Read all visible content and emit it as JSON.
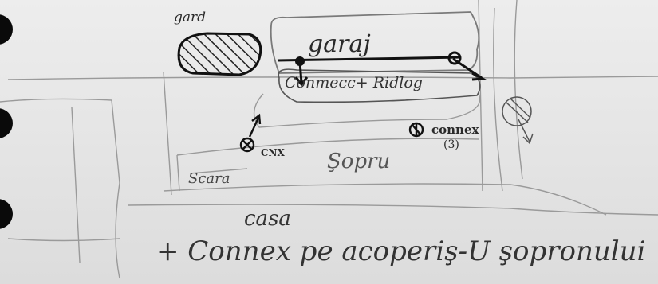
{
  "labels": {
    "gard": "gard",
    "garaj": "garaj",
    "connector_dialog": "Conmecc+ Ridlog",
    "cnx_small": "CNX",
    "connex": "connex",
    "connex_count": "(3)",
    "sopru": "Şopru",
    "scara": "Scara",
    "casa": "casa",
    "note": "+ Connex pe acoperiş-U şopronului"
  },
  "icons": [
    "binder-hole-icon",
    "hatched-shape-icon",
    "connector-node-icon",
    "arrow-icon"
  ],
  "colors": {
    "paper": "#e9e9e9",
    "ink": "#2a2a2a",
    "pencil": "#9a9a9a",
    "hole": "#0a0a0a"
  }
}
